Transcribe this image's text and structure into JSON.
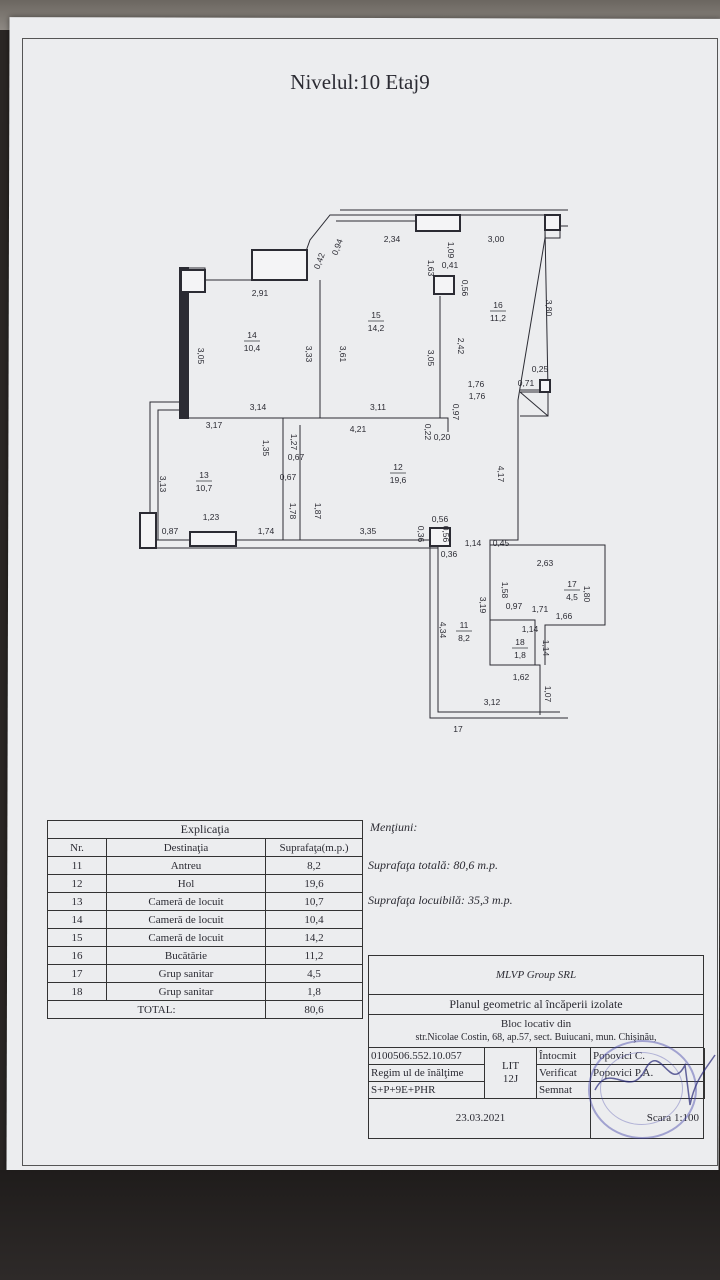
{
  "title": "Nivelul:10 Etaj9",
  "rooms": [
    {
      "nr": "14",
      "area": "10,4"
    },
    {
      "nr": "15",
      "area": "14,2"
    },
    {
      "nr": "16",
      "area": "11,2"
    },
    {
      "nr": "13",
      "area": "10,7"
    },
    {
      "nr": "12",
      "area": "19,6"
    },
    {
      "nr": "17",
      "area": "4,5"
    },
    {
      "nr": "11",
      "area": "8,2"
    },
    {
      "nr": "18",
      "area": "1,8"
    }
  ],
  "dims": [
    "2,34",
    "3,00",
    "0,42",
    "0,94",
    "1,09",
    "1,63",
    "0,41",
    "0,56",
    "2,91",
    "3,80",
    "3,05",
    "3,33",
    "3,61",
    "3,05",
    "2,42",
    "0,25",
    "1,76",
    "1,76",
    "0,71",
    "3,14",
    "3,11",
    "0,97",
    "3,17",
    "4,21",
    "0,22",
    "0,20",
    "1,35",
    "1,27",
    "0,67",
    "0,67",
    "4,17",
    "3,13",
    "1,78",
    "1,87",
    "0,87",
    "1,23",
    "1,74",
    "3,35",
    "0,36",
    "0,56",
    "0,56",
    "1,14",
    "0,45",
    "0,36",
    "2,63",
    "1,58",
    "1,80",
    "3,19",
    "0,97",
    "1,71",
    "1,66",
    "4,34",
    "1,14",
    "1,62",
    "1,07",
    "3,12",
    "1,14",
    "17"
  ],
  "legend": {
    "caption": "Explicaţia",
    "headers": [
      "Nr.",
      "Destinaţia",
      "Suprafaţa(m.p.)"
    ],
    "rows": [
      [
        "11",
        "Antreu",
        "8,2"
      ],
      [
        "12",
        "Hol",
        "19,6"
      ],
      [
        "13",
        "Cameră de locuit",
        "10,7"
      ],
      [
        "14",
        "Cameră de locuit",
        "10,4"
      ],
      [
        "15",
        "Cameră de locuit",
        "14,2"
      ],
      [
        "16",
        "Bucătărie",
        "11,2"
      ],
      [
        "17",
        "Grup sanitar",
        "4,5"
      ],
      [
        "18",
        "Grup sanitar",
        "1,8"
      ]
    ],
    "total_label": "TOTAL:",
    "total_value": "80,6"
  },
  "notes": {
    "heading": "Menţiuni:",
    "total_area": "Suprafaţa totală: 80,6 m.p.",
    "living_area": "Suprafaţa locuibilă: 35,3 m.p."
  },
  "title_block": {
    "company": "MLVP Group SRL",
    "doc_title": "Planul geometric al încăperii izolate",
    "building": "Bloc locativ din",
    "address": "str.Nicolae Costin, 68, ap.57,  sect. Buiucani,  mun. Chişinău,",
    "cadastral": "0100506.552.10.057",
    "height_regime_label": "Regim ul de înălţime",
    "height_regime": "S+P+9E+PHR",
    "lit_label": "LIT",
    "lit_value": "12J",
    "drawn_label": "Întocmit",
    "drawn_by": "Popovici C.",
    "checked_label": "Verificat",
    "checked_by": "Popovici P.A.",
    "signed_label": "Semnat",
    "date": "23.03.2021",
    "scale": "Scara 1:100"
  }
}
